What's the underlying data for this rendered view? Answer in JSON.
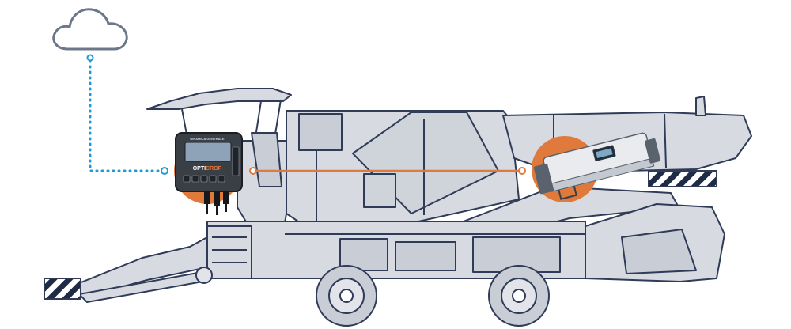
{
  "device_left": {
    "brand": "OPTI",
    "brand_accent": "CROP",
    "maker": "DINAMICA GENERALE"
  },
  "colors": {
    "machine_fill": "#d7dae0",
    "machine_stroke": "#2f3b57",
    "cloud_stroke": "#6c778a",
    "link_dotted": "#1e9ad6",
    "link_orange": "#e07a3c",
    "halo_orange": "#e07a3c",
    "stripe_dark": "#1f2a44"
  },
  "icons": {
    "cloud": "cloud-icon",
    "terminal": "opticrop-terminal",
    "sensor": "nir-sensor-unit"
  }
}
